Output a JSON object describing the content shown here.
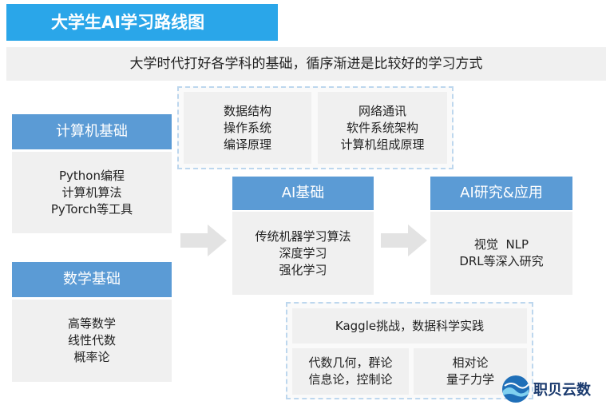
{
  "title": "大学生AI学习路线图",
  "subtitle": "大学时代打好各学科的基础，循序渐进是比较好的学习方式",
  "cs_basics": {
    "heading": "计算机基础",
    "items": [
      "Python编程",
      "计算机算法",
      "PyTorch等工具"
    ]
  },
  "math_basics": {
    "heading": "数学基础",
    "items": [
      "高等数学",
      "线性代数",
      "概率论"
    ]
  },
  "top_group": {
    "left": [
      "数据结构",
      "操作系统",
      "编译原理"
    ],
    "right": [
      "网络通讯",
      "软件系统架构",
      "计算机组成原理"
    ]
  },
  "ai_basics": {
    "heading": "AI基础",
    "items": [
      "传统机器学习算法",
      "深度学习",
      "强化学习"
    ]
  },
  "ai_research": {
    "heading": "AI研究&应用",
    "items": [
      "视觉  NLP",
      "DRL等深入研究"
    ]
  },
  "bottom_group": {
    "header": "Kaggle挑战，数据科学实践",
    "left": [
      "代数几何，群论",
      "信息论，控制论"
    ],
    "right": [
      "相对论",
      "量子力学"
    ]
  },
  "logo": {
    "text": "职贝云数"
  },
  "colors": {
    "title_bg": "#2aa6e9",
    "heading_bg": "#5b9bd5",
    "panel_bg": "#f0f0f0",
    "dash_border": "#bdd7ee",
    "arrow": "#e3e3e3"
  }
}
